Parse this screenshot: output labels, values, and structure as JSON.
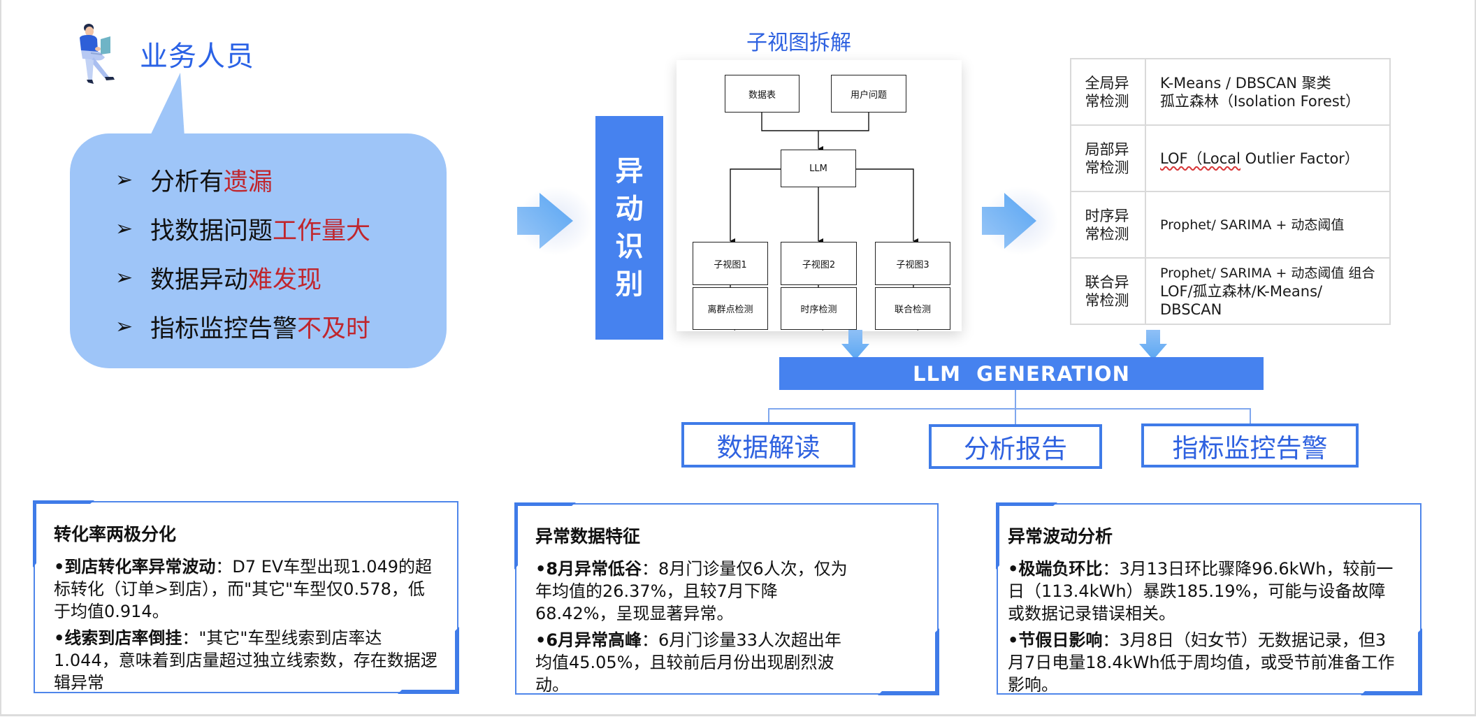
{
  "persona": {
    "icon": "person-with-laptop-icon",
    "title": "业务人员",
    "bullet_glyph": "➢",
    "pain_points": [
      {
        "normal": "分析有",
        "highlight": "遗漏"
      },
      {
        "normal": "找数据问题",
        "highlight": "工作量大"
      },
      {
        "normal": "数据异动",
        "highlight": "难发现"
      },
      {
        "normal": "指标监控告警",
        "highlight": "不及时"
      }
    ]
  },
  "anomaly_recognition": {
    "label_chars": [
      "异",
      "动",
      "识",
      "别"
    ]
  },
  "subview_decomposition": {
    "title": "子视图拆解",
    "inputs": [
      "数据表",
      "用户问题"
    ],
    "core": "LLM",
    "subviews": [
      "子视图1",
      "子视图2",
      "子视图3"
    ],
    "detections": [
      "离群点检测",
      "时序检测",
      "联合检测"
    ]
  },
  "methods_table": {
    "rows": [
      {
        "category": "全局异常检测",
        "methods": [
          "K-Means / DBSCAN 聚类",
          "孤立森林（Isolation Forest）"
        ]
      },
      {
        "category": "局部异常检测",
        "methods": [
          "LOF（Local Outlier Factor）"
        ]
      },
      {
        "category": "时序异常检测",
        "methods": [
          "Prophet/ SARIMA + 动态阈值"
        ]
      },
      {
        "category": "联合异常检测",
        "methods": [
          "Prophet/ SARIMA + 动态阈值 组合",
          "LOF/孤立森林/K-Means/",
          "DBSCAN"
        ]
      }
    ]
  },
  "generation": {
    "label": "LLM  GENERATION",
    "outputs": [
      "数据解读",
      "分析报告",
      "指标监控告警"
    ]
  },
  "cards": [
    {
      "title": "转化率两极分化",
      "items": [
        {
          "label": "•到店转化率异常波动",
          "text": "：D7 EV车型出现1.049的超标转化（订单>到店），而\"其它\"车型仅0.578，低于均值0.914。"
        },
        {
          "label": "•线索到店率倒挂",
          "text": "：\"其它\"车型线索到店率达1.044，意味着到店量超过独立线索数，存在数据逻辑异常"
        }
      ]
    },
    {
      "title": "异常数据特征",
      "items": [
        {
          "label": "•8月异常低谷",
          "text": "：8月门诊量仅6人次，仅为年均值的26.37%，且较7月下降68.42%，呈现显著异常。"
        },
        {
          "label": "•6月异常高峰",
          "text": "：6月门诊量33人次超出年均值45.05%，且较前后月份出现剧烈波动。"
        }
      ]
    },
    {
      "title": "异常波动分析",
      "items": [
        {
          "label": "•极端负环比",
          "text": "：3月13日环比骤降96.6kWh，较前一日（113.4kWh）暴跌185.19%，可能与设备故障或数据记录错误相关。"
        },
        {
          "label": "•节假日影响",
          "text": "：3月8日（妇女节）无数据记录，但3月7日电量18.4kWh低于周均值，或受节前准备工作影响。"
        }
      ]
    }
  ],
  "colors": {
    "accent_blue": "#4682ef",
    "title_blue": "#2f62e0",
    "bubble_blue": "#9ec5f8",
    "highlight_red": "#c0262d",
    "arrow_blue": "#6aaef5"
  }
}
